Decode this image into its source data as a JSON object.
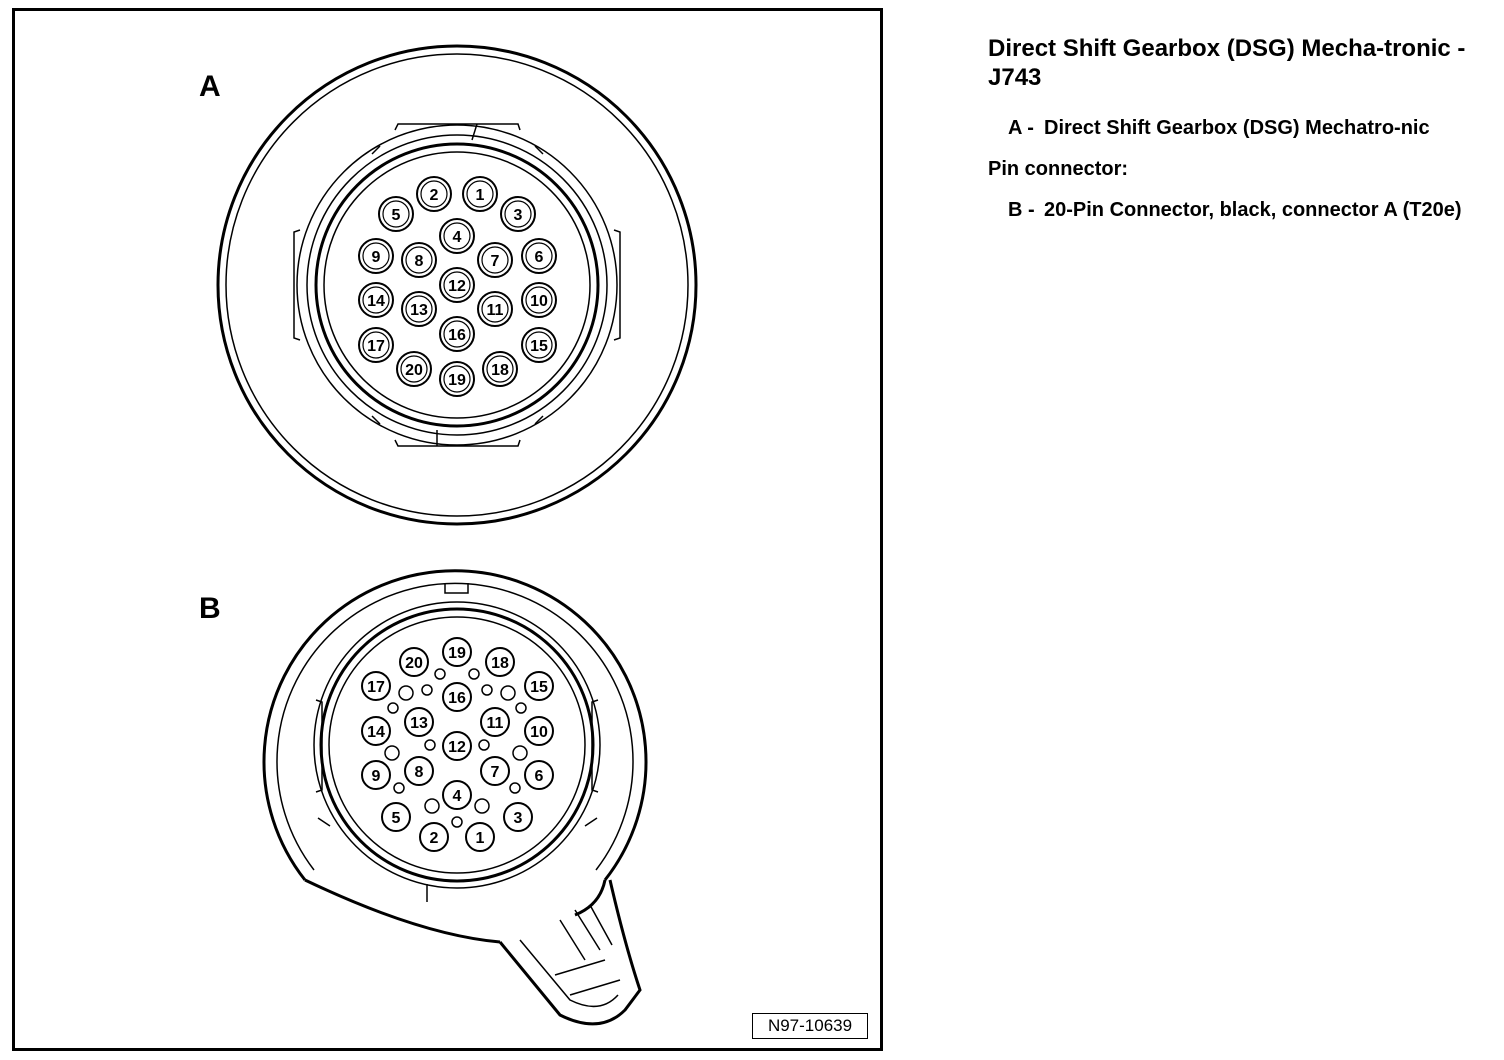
{
  "figure": {
    "panel_a_label": "A",
    "panel_b_label": "B",
    "figure_id": "N97-10639",
    "connector_a_pins": [
      "1",
      "2",
      "3",
      "4",
      "5",
      "6",
      "7",
      "8",
      "9",
      "10",
      "11",
      "12",
      "13",
      "14",
      "15",
      "16",
      "17",
      "18",
      "19",
      "20"
    ],
    "connector_b_pins": [
      "1",
      "2",
      "3",
      "4",
      "5",
      "6",
      "7",
      "8",
      "9",
      "10",
      "11",
      "12",
      "13",
      "14",
      "15",
      "16",
      "17",
      "18",
      "19",
      "20"
    ]
  },
  "legend": {
    "title": "Direct Shift Gearbox (DSG) Mecha-tronic - J743",
    "items": [
      {
        "key": "A -",
        "text": "Direct Shift Gearbox (DSG) Mechatro-nic"
      }
    ],
    "subhead": "Pin connector:",
    "items_b": [
      {
        "key": "B -",
        "text": "20-Pin Connector, black, connector A (T20e)"
      }
    ]
  }
}
